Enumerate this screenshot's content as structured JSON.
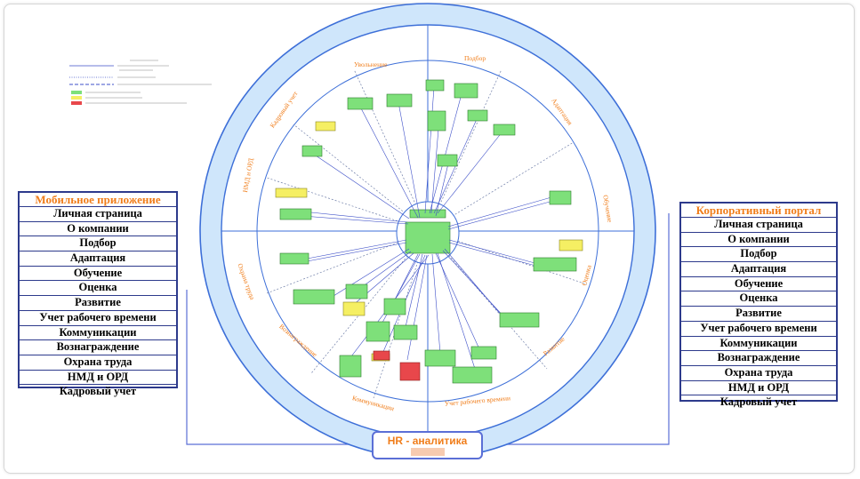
{
  "colors": {
    "ring": "#cfe6fb",
    "ring_stroke": "#3d6fd8",
    "node_green": "#7ee07a",
    "node_yellow": "#f5ef63",
    "node_red": "#e8474b",
    "accent_orange": "#f07d1a",
    "panel_border": "#2d3a8c"
  },
  "left_panel": {
    "title": "Мобильное приложение",
    "items": [
      "Личная страница",
      "О компании",
      "Подбор",
      "Адаптация",
      "Обучение",
      "Оценка",
      "Развитие",
      "Учет рабочего времени",
      "Коммуникации",
      "Вознаграждение",
      "Охрана труда",
      "НМД и ОРД",
      "Кадровый учет"
    ]
  },
  "right_panel": {
    "title": "Корпоративный портал",
    "items": [
      "Личная страница",
      "О компании",
      "Подбор",
      "Адаптация",
      "Обучение",
      "Оценка",
      "Развитие",
      "Учет рабочего времени",
      "Коммуникации",
      "Вознаграждение",
      "Охрана труда",
      "НМД и ОРД",
      "Кадровый учет"
    ]
  },
  "hr_analytics": {
    "label": "HR - аналитика"
  },
  "sectors": [
    "Увольнение",
    "Подбор",
    "Адаптация",
    "Обучение",
    "Оценка",
    "Развитие",
    "Учет рабочего времени",
    "Коммуникации",
    "Вознаграждение",
    "Охрана труда",
    "НМД и ОРД",
    "Кадровый учет"
  ]
}
